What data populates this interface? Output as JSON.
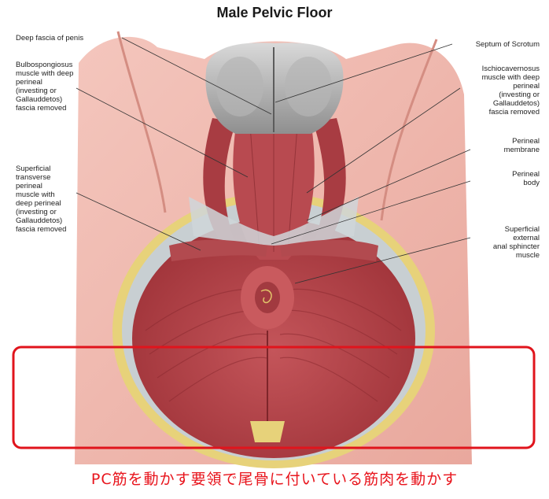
{
  "title": "Male Pelvic Floor",
  "labels_left": {
    "deep_fascia": "Deep fascia of penis",
    "bulbospongiosus": "Bulbospongiosus\nmuscle with deep\nperineal\n(investing or\nGallauddetos)\nfascia removed",
    "superficial_transverse": "Superficial\ntransverse\nperineal\nmuscle with\ndeep perineal\n(investing or\nGallauddetos)\nfascia removed"
  },
  "labels_right": {
    "septum": "Septum of Scrotum",
    "ischiocavernosus": "Ischiocavernosus\nmuscle with deep\nperineal\n(investing or\nGallauddetos)\nfascia removed",
    "perineal_membrane": "Perineal\nmembrane",
    "perineal_body": "Perineal\nbody",
    "anal_sphincter": "Superficial\nexternal\nanal sphincter\nmuscle"
  },
  "caption": "PC筋を動かす要領で尾骨に付いている筋肉を動かす",
  "colors": {
    "highlight_box": "#e0141c",
    "caption": "#e8141c",
    "skin": "#efb5ab",
    "muscle": "#b7454a",
    "fat": "#e7d27a"
  }
}
